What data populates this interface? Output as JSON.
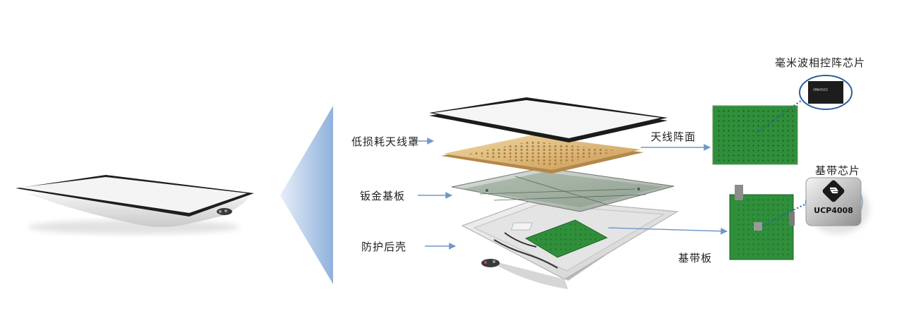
{
  "labels": {
    "radome": "低损耗天线罩",
    "sheet_metal": "钣金基板",
    "rear_shell": "防护后壳",
    "antenna_array": "天线阵面",
    "mmwave_chip": "毫米波相控阵芯片",
    "baseband_chip": "基带芯片",
    "baseband_board": "基带板"
  },
  "chip": {
    "baseband_model": "UCP4008",
    "mmwave_marking": "UMW4503"
  },
  "colors": {
    "arrow": "#6f97c9",
    "pcb_green": "#2f8f3a",
    "radome_gold": "#d9b06b",
    "callout_blue": "#2e5e9e"
  }
}
